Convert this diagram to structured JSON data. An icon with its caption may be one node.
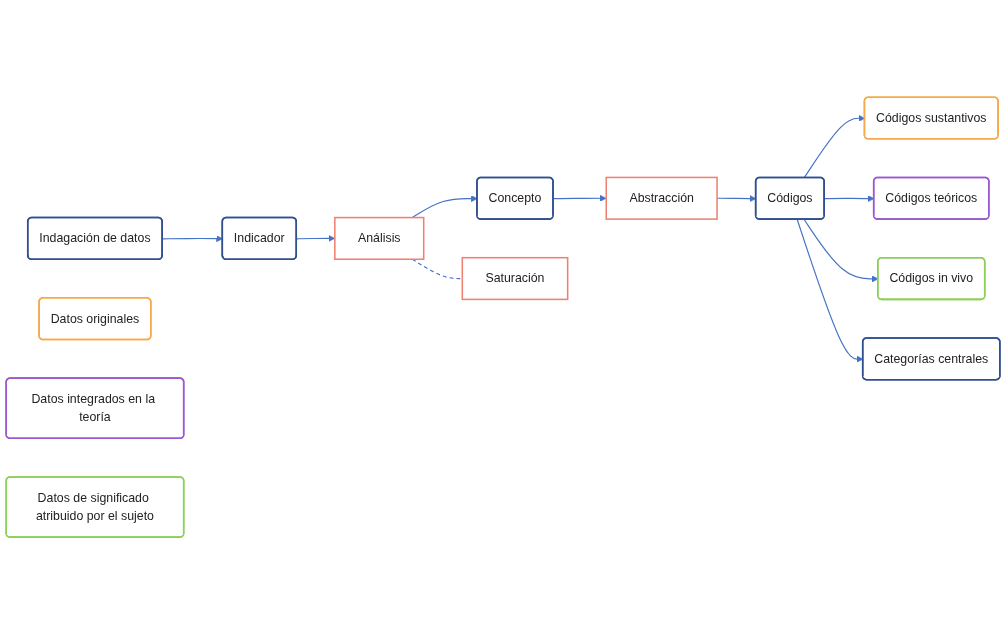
{
  "diagram": {
    "nodes": [
      {
        "text": [
          "Indagación de datos"
        ]
      },
      {
        "text": [
          "Indicador"
        ]
      },
      {
        "text": [
          "Análisis"
        ]
      },
      {
        "text": [
          "Concepto"
        ]
      },
      {
        "text": [
          "Saturación"
        ]
      },
      {
        "text": [
          "Abstracción"
        ]
      },
      {
        "text": [
          "Datos originales"
        ]
      },
      {
        "text": [
          "Códigos sustantivos"
        ]
      },
      {
        "text": [
          "Datos integrados en la teoría"
        ]
      },
      {
        "text": [
          "Códigos teóricos"
        ]
      },
      {
        "text": [
          "Datos de significado atribuido por el sujeto"
        ]
      },
      {
        "text": [
          "Códigos in vivo"
        ]
      },
      {
        "text": [
          "Códigos"
        ]
      },
      {
        "text": [
          "Categorías centrales"
        ]
      }
    ],
    "edges": [
      {
        "from": 0,
        "to": 1,
        "arrow": "to"
      },
      {
        "from": 1,
        "to": 2,
        "arrow": "to"
      },
      {
        "from": 2,
        "to": 3,
        "arrow": "to"
      },
      {
        "from": 3,
        "to": 5,
        "arrow": "to"
      },
      {
        "from": 2,
        "to": 4,
        "arrow": "none",
        "style": "dashed"
      },
      {
        "from": 5,
        "to": 12,
        "arrow": "to"
      },
      {
        "from": 12,
        "to": 7,
        "arrow": "to"
      },
      {
        "from": 12,
        "to": 9,
        "arrow": "to"
      },
      {
        "from": 12,
        "to": 11,
        "arrow": "to"
      },
      {
        "from": 12,
        "to": 13,
        "arrow": "to"
      }
    ]
  }
}
